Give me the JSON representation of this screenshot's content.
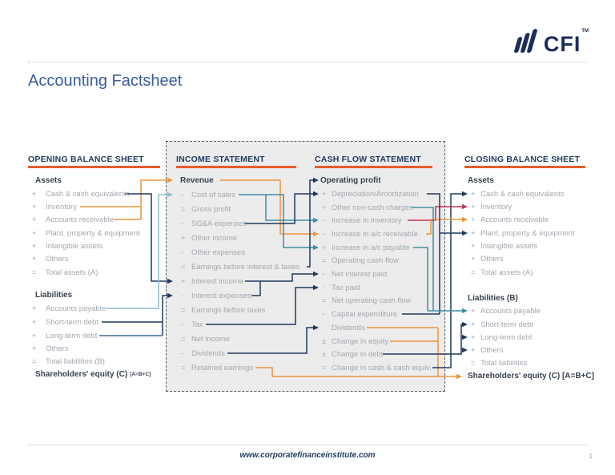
{
  "page": {
    "title": "Accounting Factsheet",
    "footer_url": "www.corporatefinanceinstitute.com",
    "page_number": "1"
  },
  "logo": {
    "text": "CFI",
    "tm": "TM"
  },
  "colors": {
    "navy": "#1F3A5F",
    "orange": "#F0923C",
    "teal": "#3E8CA4",
    "light_blue": "#8FBDD2",
    "steel_blue": "#3D6C9C",
    "crimson": "#C23556",
    "underline_orange": "#E85C2B",
    "title_blue": "#3A5C9E",
    "logo_navy": "#1B2D5B",
    "heading_navy": "#1E3A5F",
    "item_gray": "#A2A8AE",
    "heading_dark": "#37424F",
    "box_bg": "#ECECEC"
  },
  "columns": {
    "opening_balance_sheet": {
      "title": "OPENING BALANCE SHEET",
      "rows": [
        {
          "style": "heading",
          "label": "Assets"
        },
        {
          "sign": "+",
          "label": "Cash & cash equivalents"
        },
        {
          "sign": "+",
          "label": "Inventory"
        },
        {
          "sign": "+",
          "label": "Accounts receivable"
        },
        {
          "sign": "+",
          "label": "Plant, property & equipment"
        },
        {
          "sign": "+",
          "label": "Intangible assets"
        },
        {
          "sign": "+",
          "label": "Others"
        },
        {
          "sign": "=",
          "label": "Total assets (A)"
        },
        {
          "style": "heading",
          "label": "Liabilities"
        },
        {
          "sign": "+",
          "label": "Accounts payable"
        },
        {
          "sign": "+",
          "label": "Short-term debt"
        },
        {
          "sign": "+",
          "label": "Long-term debt"
        },
        {
          "sign": "+",
          "label": "Others"
        },
        {
          "sign": "=",
          "label": "Total liabilities (B)"
        },
        {
          "style": "footer",
          "label": "Shareholders' equity (C)",
          "suffix": "[A=B+C]"
        }
      ]
    },
    "income_statement": {
      "title": "INCOME STATEMENT",
      "rows": [
        {
          "style": "heading",
          "label": "Revenue"
        },
        {
          "sign": "-",
          "label": "Cost of sales"
        },
        {
          "sign": "=",
          "label": "Gross profit"
        },
        {
          "sign": "-",
          "label": "SG&A expenses"
        },
        {
          "sign": "+",
          "label": "Other income"
        },
        {
          "sign": "-",
          "label": "Other expenses"
        },
        {
          "sign": "=",
          "label": "Earnings before interest & taxes"
        },
        {
          "sign": "+",
          "label": "Interest income"
        },
        {
          "sign": "-",
          "label": "Interest expenses"
        },
        {
          "sign": "=",
          "label": "Earnings before taxes"
        },
        {
          "sign": "-",
          "label": "Tax"
        },
        {
          "sign": "=",
          "label": "Net income"
        },
        {
          "sign": "-",
          "label": "Dividends"
        },
        {
          "sign": "=",
          "label": "Retained earnings"
        }
      ]
    },
    "cash_flow_statement": {
      "title": "CASH FLOW STATEMENT",
      "rows": [
        {
          "style": "heading",
          "label": "Operating profit"
        },
        {
          "sign": "+",
          "label": "Depreciation/Amortization"
        },
        {
          "sign": "+",
          "label": "Other non-cash charges"
        },
        {
          "sign": "-",
          "label": "Increase in inventory"
        },
        {
          "sign": "-",
          "label": "Increase in a/c receivable"
        },
        {
          "sign": "+",
          "label": "Increase in a/c payable"
        },
        {
          "sign": "=",
          "label": "Operating cash flow"
        },
        {
          "sign": "-",
          "label": "Net interest paid"
        },
        {
          "sign": "-",
          "label": "Tax paid"
        },
        {
          "sign": "=",
          "label": "Net operating cash flow"
        },
        {
          "sign": "-",
          "label": "Capital expenditure"
        },
        {
          "sign": "-",
          "label": "Dividends"
        },
        {
          "sign": "±",
          "label": "Change in equity"
        },
        {
          "sign": "±",
          "label": "Change in debt"
        },
        {
          "sign": "=",
          "label": "Change in cash & cash equiv."
        }
      ]
    },
    "closing_balance_sheet": {
      "title": "CLOSING BALANCE SHEET",
      "rows": [
        {
          "style": "heading",
          "label": "Assets"
        },
        {
          "sign": "+",
          "label": "Cash & cash equivalents"
        },
        {
          "sign": "+",
          "label": "Inventory"
        },
        {
          "sign": "+",
          "label": "Accounts receivable"
        },
        {
          "sign": "+",
          "label": "Plant, property & equipment"
        },
        {
          "sign": "+",
          "label": "Intangible assets"
        },
        {
          "sign": "+",
          "label": "Others"
        },
        {
          "sign": "=",
          "label": "Total assets (A)"
        },
        {
          "style": "heading",
          "label": "Liabilities (B)"
        },
        {
          "sign": "+",
          "label": "Accounts payable"
        },
        {
          "sign": "+",
          "label": "Short-term debt"
        },
        {
          "sign": "+",
          "label": "Long-term debt"
        },
        {
          "sign": "+",
          "label": "Others"
        },
        {
          "sign": "=",
          "label": "Total liabilities"
        },
        {
          "style": "heading",
          "label": "Shareholders' equity (C) [A=B+C]"
        }
      ]
    }
  },
  "connections": [
    {
      "from": "Opening: Inventory + Accounts receivable",
      "to": "Income: Revenue",
      "color": "orange"
    },
    {
      "from": "Opening: Cash & cash equivalents",
      "to": "Income: Interest income",
      "color": "navy"
    },
    {
      "from": "Opening: Accounts payable",
      "to": "Income: Cost of sales",
      "color": "light_blue"
    },
    {
      "from": "Opening: Short-term debt + Long-term debt",
      "to": "Income: Interest expenses",
      "color": "navy"
    },
    {
      "from": "Income: Revenue",
      "to": "Cash flow: Increase in a/c receivable",
      "color": "orange"
    },
    {
      "from": "Income: Cost of sales",
      "to": "Cash flow: Increase in inventory + Increase in a/c payable",
      "color": "teal"
    },
    {
      "from": "Income: SG&A expenses",
      "to": "Cash flow: Depreciation/Amortization",
      "color": "navy"
    },
    {
      "from": "Income: Earnings before interest & taxes",
      "to": "Cash flow: Operating profit",
      "color": "navy"
    },
    {
      "from": "Income: Interest income + Interest expenses",
      "to": "Cash flow: Net interest paid",
      "color": "navy"
    },
    {
      "from": "Income: Tax",
      "to": "Cash flow: Tax paid",
      "color": "navy"
    },
    {
      "from": "Income: Dividends",
      "to": "Cash flow: Dividends",
      "color": "navy"
    },
    {
      "from": "Income: Retained earnings + Cash flow: Dividends + Change in equity",
      "to": "Closing: Shareholders' equity",
      "color": "orange"
    },
    {
      "from": "Cash flow: Change in cash & cash equiv.",
      "to": "Closing: Cash & cash equivalents",
      "color": "navy"
    },
    {
      "from": "Cash flow: Increase in inventory",
      "to": "Closing: Inventory",
      "color": "crimson"
    },
    {
      "from": "Cash flow: Increase in a/c receivable",
      "to": "Closing: Accounts receivable",
      "color": "orange"
    },
    {
      "from": "Cash flow: Depreciation/Amortization + Capital expenditure",
      "to": "Closing: Plant, property & equipment",
      "color": "navy"
    },
    {
      "from": "Cash flow: Other non-cash charges + Increase in a/c payable",
      "to": "Closing: Accounts payable",
      "color": "teal"
    },
    {
      "from": "Cash flow: Change in debt",
      "to": "Closing: Short-term debt + Long-term debt + Others",
      "color": "navy"
    }
  ]
}
